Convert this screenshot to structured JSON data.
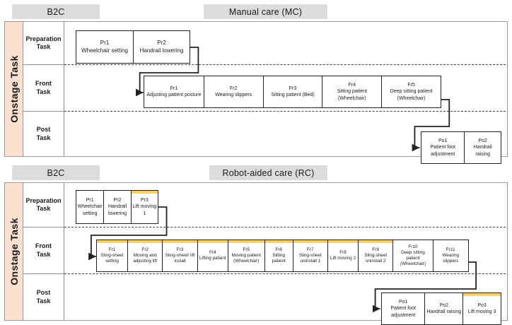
{
  "meta": {
    "onstage_label": "Onstage Task",
    "b2c_label": "B2C",
    "accent_highlight": "#fad061",
    "onstage_bg": "#fae0cd",
    "chip_bg": "#dcdcdc",
    "box_border": "#222222"
  },
  "row_labels": {
    "preparation": "Preparation\nTask",
    "preparation_line1": "Preparation",
    "preparation_line2": "Task",
    "front_line1": "Front",
    "front_line2": "Task",
    "post_line1": "Post",
    "post_line2": "Task"
  },
  "diagrams": [
    {
      "id": "manual-care",
      "b2c": "B2C",
      "title": "Manual care (MC)",
      "preparation": [
        {
          "code": "Pr1",
          "label": "Wheelchair setting",
          "highlight": false
        },
        {
          "code": "Pr2",
          "label": "Handrail lowering",
          "highlight": false
        }
      ],
      "front": [
        {
          "code": "Fr1",
          "label": "Adjusting patient posture",
          "highlight": false
        },
        {
          "code": "Fr2",
          "label": "Wearing slippers",
          "highlight": false
        },
        {
          "code": "Fr3",
          "label": "Sitting patient (Bed)",
          "highlight": false
        },
        {
          "code": "Fr4",
          "label": "Sitting patient (Wheelchair)",
          "highlight": false
        },
        {
          "code": "Fr5",
          "label": "Deep sitting patient (Wheelchair)",
          "highlight": false
        }
      ],
      "post": [
        {
          "code": "Po1",
          "label": "Patient foot adjustment",
          "highlight": false
        },
        {
          "code": "Po2",
          "label": "Handrail raising",
          "highlight": false
        }
      ]
    },
    {
      "id": "robot-aided-care",
      "b2c": "B2C",
      "title": "Robot-aided care (RC)",
      "preparation": [
        {
          "code": "Pr1",
          "label": "Wheelchair setting",
          "highlight": false
        },
        {
          "code": "Pr2",
          "label": "Handrail lowering",
          "highlight": false
        },
        {
          "code": "Pr3",
          "label": "Lift moving 1",
          "highlight": true
        }
      ],
      "front": [
        {
          "code": "Fr1",
          "label": "Sling-sheet setting",
          "highlight": true
        },
        {
          "code": "Fr2",
          "label": "Moving and adjusting lift",
          "highlight": true
        },
        {
          "code": "Fr3",
          "label": "Sling-sheet/ lift install",
          "highlight": true
        },
        {
          "code": "Fr4",
          "label": "Lifting patient",
          "highlight": true
        },
        {
          "code": "Fr5",
          "label": "Moving patient (Wheelchair)",
          "highlight": true
        },
        {
          "code": "Fr6",
          "label": "Sitting patient",
          "highlight": true
        },
        {
          "code": "Fr7",
          "label": "Sling-sheet uninstall 1",
          "highlight": true
        },
        {
          "code": "Fr8",
          "label": "Lift moving 2",
          "highlight": true
        },
        {
          "code": "Fr9",
          "label": "Sling-sheet uninstall 2",
          "highlight": true
        },
        {
          "code": "Fr10",
          "label": "Deep sitting patient (Wheelchair)",
          "highlight": false
        },
        {
          "code": "Fr11",
          "label": "Wearing slippers",
          "highlight": false
        }
      ],
      "post": [
        {
          "code": "Po1",
          "label": "Patient foot adjustment",
          "highlight": false
        },
        {
          "code": "Po2",
          "label": "Handrail raising",
          "highlight": false
        },
        {
          "code": "Po3",
          "label": "Lift moving 3",
          "highlight": true
        }
      ]
    }
  ]
}
